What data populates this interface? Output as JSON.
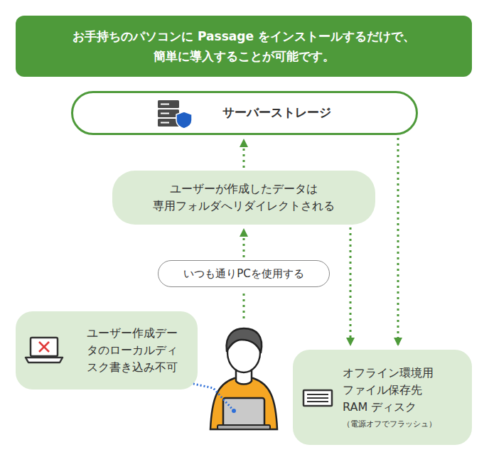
{
  "diagram": {
    "title": "お手持ちのパソコンに Passage をインストールするだけで、 簡単に導入することが可能です。",
    "nodes": [
      {
        "text": [
          "サーバーストレージ"
        ]
      },
      {
        "text": [
          "ユーザーが作成したデータは 専用フォルダへリダイレクトされる"
        ]
      },
      {
        "text": [
          "いつも通りPCを使用する"
        ]
      },
      {
        "text": [
          "ユーザー作成デー タのローカルディ スク書き込み不可"
        ]
      },
      {
        "text": [
          "オフライン環境用 ファイル保存先 RAM ディスク",
          "（電源オフでフラッシュ）"
        ]
      }
    ],
    "edges": [
      {
        "from": 2,
        "to": 1,
        "arrow": "to"
      },
      {
        "from": 1,
        "to": 0,
        "arrow": "to"
      },
      {
        "from": 1,
        "to": 4,
        "arrow": "to"
      },
      {
        "from": 0,
        "to": 4,
        "arrow": "to"
      }
    ]
  }
}
